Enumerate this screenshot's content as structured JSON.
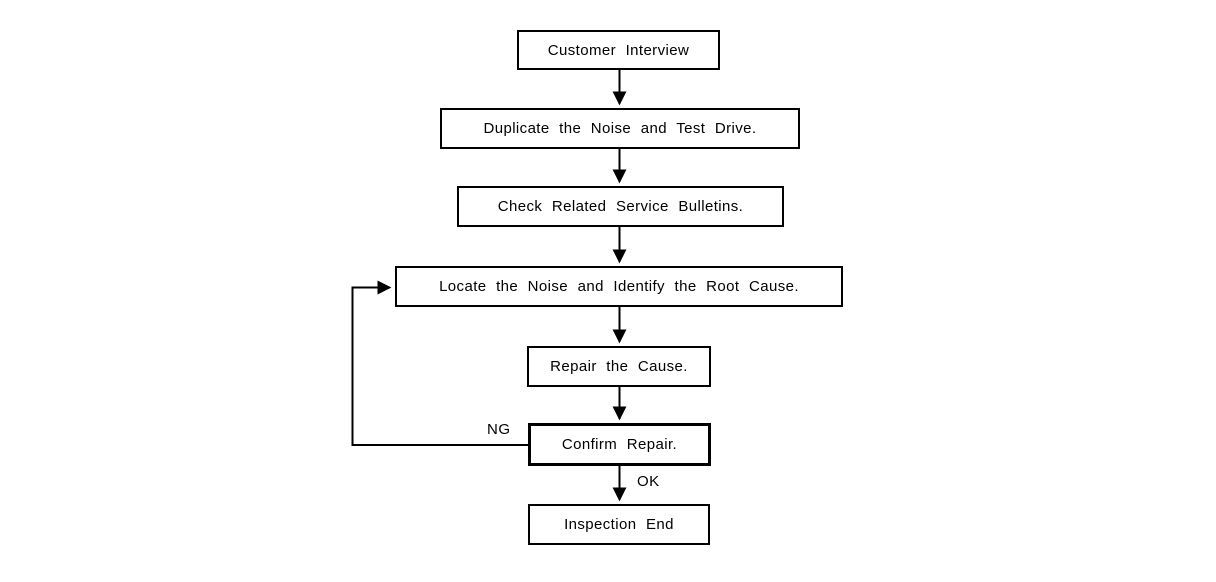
{
  "diagram_type": "flowchart",
  "colors": {
    "background": "#ffffff",
    "line": "#000000",
    "box_border": "#000000",
    "text": "#000000"
  },
  "nodes": [
    {
      "id": "customer-interview",
      "label": "Customer Interview"
    },
    {
      "id": "duplicate-noise-test-drive",
      "label": "Duplicate the Noise and Test Drive."
    },
    {
      "id": "check-service-bulletins",
      "label": "Check Related Service Bulletins."
    },
    {
      "id": "locate-noise-root-cause",
      "label": "Locate the Noise and Identify the Root Cause."
    },
    {
      "id": "repair-cause",
      "label": "Repair the Cause."
    },
    {
      "id": "confirm-repair",
      "label": "Confirm Repair."
    },
    {
      "id": "inspection-end",
      "label": "Inspection End"
    }
  ],
  "edges": [
    {
      "from": "customer-interview",
      "to": "duplicate-noise-test-drive",
      "label": ""
    },
    {
      "from": "duplicate-noise-test-drive",
      "to": "check-service-bulletins",
      "label": ""
    },
    {
      "from": "check-service-bulletins",
      "to": "locate-noise-root-cause",
      "label": ""
    },
    {
      "from": "locate-noise-root-cause",
      "to": "repair-cause",
      "label": ""
    },
    {
      "from": "repair-cause",
      "to": "confirm-repair",
      "label": ""
    },
    {
      "from": "confirm-repair",
      "to": "inspection-end",
      "label": "OK"
    },
    {
      "from": "confirm-repair",
      "to": "locate-noise-root-cause",
      "label": "NG"
    }
  ],
  "edge_labels": {
    "ng": "NG",
    "ok": "OK"
  }
}
